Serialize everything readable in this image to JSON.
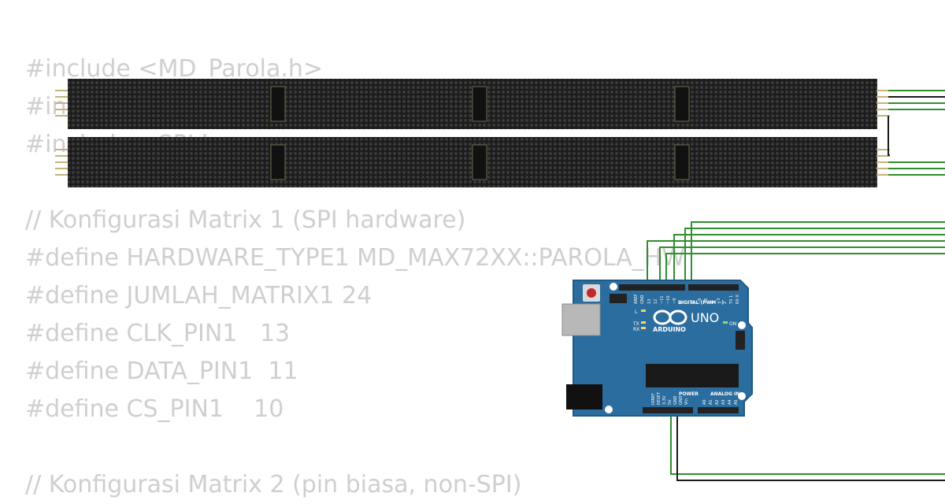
{
  "code_lines": [
    "#include <MD_Parola.h>",
    "#include <MD_MAX72xx.h>",
    "#include <SPI.h>",
    "",
    "// Konfigurasi Matrix 1 (SPI hardware)",
    "#define HARDWARE_TYPE1 MD_MAX72XX::PAROLA_HW",
    "#define JUMLAH_MATRIX1 24",
    "#define CLK_PIN1   13",
    "#define DATA_PIN1  11",
    "#define CS_PIN1    10",
    "",
    "// Konfigurasi Matrix 2 (pin biasa, non-SPI)"
  ],
  "arduino": {
    "model": "UNO",
    "brand": "ARDUINO",
    "digital_label": "DIGITAL (PWM ~)",
    "power_label": "POWER",
    "analog_label": "ANALOG IN",
    "on_label": "ON",
    "l_label": "L",
    "tx_label": "TX",
    "rx_label": "RX",
    "aref_label": "AREF",
    "gnd_label": "GND",
    "ioref_label": "IOREF",
    "reset_label": "RESET",
    "v33_label": "3.3V",
    "v5_label": "5V",
    "vin_label": "Vin",
    "digital_pins": [
      "13",
      "12",
      "~11",
      "~10",
      "~9",
      "8",
      "7",
      "~6",
      "~5",
      "4",
      "~3",
      "2",
      "TX 1",
      "RX 0"
    ],
    "analog_pins": [
      "A0",
      "A1",
      "A2",
      "A3",
      "A4",
      "A5"
    ]
  },
  "colors": {
    "code_text": "#cfcfcf",
    "matrix_body": "#1c1c1c",
    "matrix_dot": "#3a3a3a",
    "board_blue": "#2b6d9e",
    "board_edge": "#1f5a86",
    "wire_green": "#2f8f2f",
    "wire_black": "#1a1a1a",
    "pin_gold": "#c8b27a"
  },
  "icons": [
    "arduino-infinity-logo",
    "reset-button-icon",
    "usb-port-icon",
    "dc-jack-icon"
  ]
}
